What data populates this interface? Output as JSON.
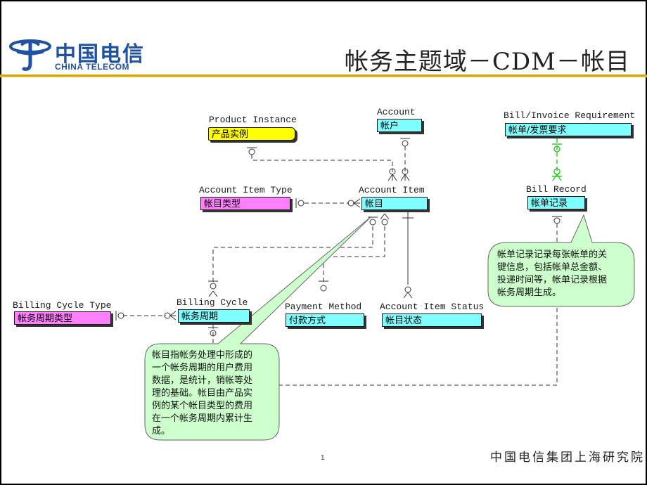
{
  "header": {
    "logo_cn": "中国电信",
    "logo_en": "CHINA TELECOM",
    "title": "帐务主题域－CDM－帐目"
  },
  "entities": {
    "product_instance": {
      "en": "Product Instance",
      "cn": "产品实例"
    },
    "account": {
      "en": "Account",
      "cn": "帐户"
    },
    "bill_invoice_requirement": {
      "en": "Bill/Invoice Requirement",
      "cn": "帐单/发票要求"
    },
    "account_item_type": {
      "en": "Account Item Type",
      "cn": "帐目类型"
    },
    "account_item": {
      "en": "Account Item",
      "cn": "帐目"
    },
    "bill_record": {
      "en": "Bill Record",
      "cn": "帐单记录"
    },
    "billing_cycle_type": {
      "en": "Billing Cycle Type",
      "cn": "帐务周期类型"
    },
    "billing_cycle": {
      "en": "Billing Cycle",
      "cn": "帐务周期"
    },
    "payment_method": {
      "en": "Payment Method",
      "cn": "付款方式"
    },
    "account_item_status": {
      "en": "Account Item Status",
      "cn": "帐目状态"
    }
  },
  "callouts": {
    "bill_record_note": [
      "帐单记录记录每张帐单的关",
      "键信息，包括帐单总金额、",
      "投递时间等，帐单记录根据",
      "帐务周期生成。"
    ],
    "account_item_note": [
      "帐目指帐务处理中形成的",
      "一个帐务周期的用户费用",
      "数据，是统计，销帐等处",
      "理的基础。帐目由产品实",
      "例的某个帐目类型的费用",
      "在一个帐务周期内累计生",
      "成。"
    ]
  },
  "footer": {
    "org": "中国电信集团上海研究院",
    "page": "1"
  },
  "colors": {
    "entity_cyan": "#7fffff",
    "entity_pink": "#ff7fff",
    "entity_yellow": "#ffff00",
    "callout_fill": "#ccffcc",
    "header_rule": "#d9a800",
    "logo_blue": "#1f52a3"
  }
}
